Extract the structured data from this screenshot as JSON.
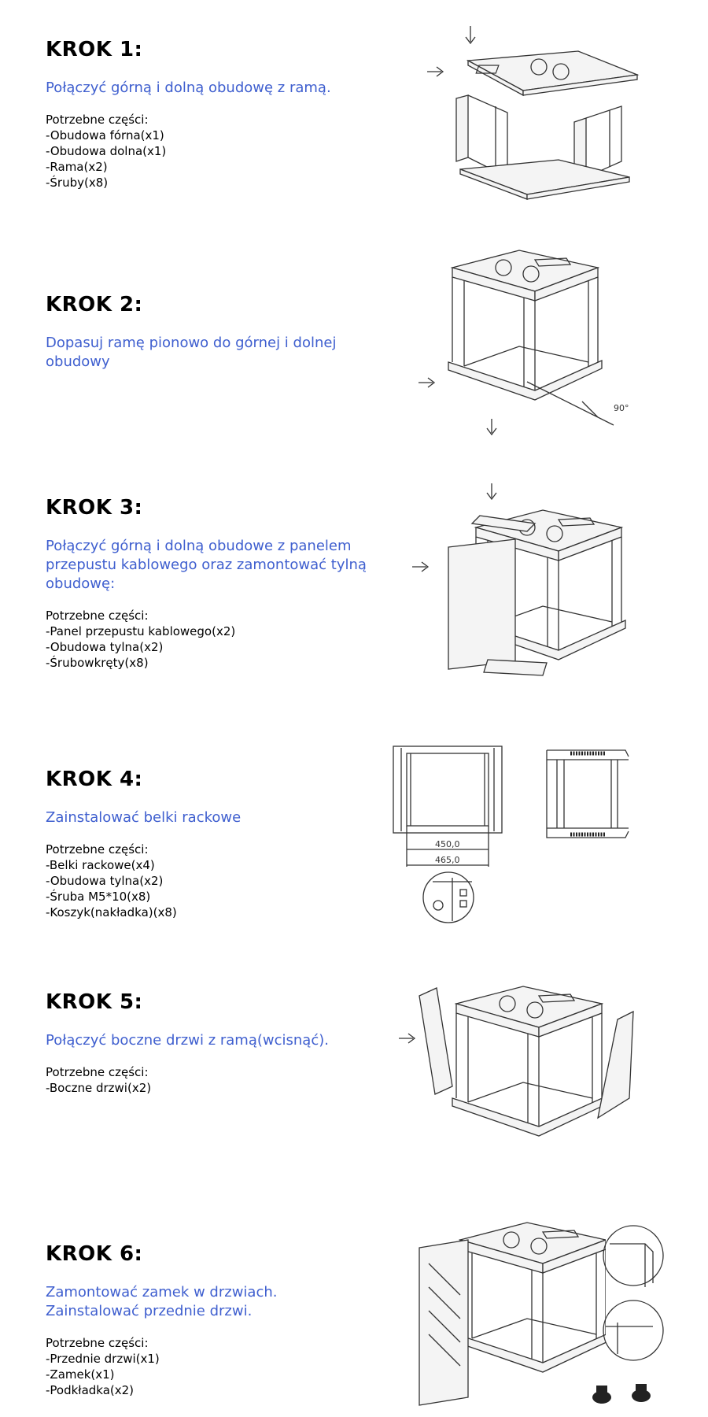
{
  "parts_label": "Potrzebne części:",
  "steps": [
    {
      "title": "KROK 1:",
      "desc": [
        "Połączyć górną i dolną obudowę z ramą."
      ],
      "parts": [
        "-Obudowa fórna(x1)",
        "-Obudowa dolna(x1)",
        "-Rama(x2)",
        "-Śruby(x8)"
      ]
    },
    {
      "title": "KROK 2:",
      "desc": [
        "Dopasuj ramę pionowo do górnej i dolnej",
        "obudowy"
      ],
      "parts": [],
      "angle_label": "90°"
    },
    {
      "title": "KROK 3:",
      "desc": [
        "Połączyć górną i dolną obudowe z panelem",
        "przepustu kablowego oraz zamontować tylną",
        "obudowę:"
      ],
      "parts": [
        "-Panel przepustu kablowego(x2)",
        "-Obudowa tylna(x2)",
        "-Śrubowkręty(x8)"
      ]
    },
    {
      "title": "KROK 4:",
      "desc": [
        "Zainstalować belki rackowe"
      ],
      "parts": [
        "-Belki rackowe(x4)",
        "-Obudowa tylna(x2)",
        "-Śruba M5*10(x8)",
        "-Koszyk(nakładka)(x8)"
      ],
      "dim_inner": "450,0",
      "dim_outer": "465,0"
    },
    {
      "title": "KROK 5:",
      "desc": [
        "Połączyć boczne drzwi z ramą(wcisnąć)."
      ],
      "parts": [
        "-Boczne drzwi(x2)"
      ]
    },
    {
      "title": "KROK 6:",
      "desc": [
        "Zamontować zamek w drzwiach.",
        "Zainstalować przednie drzwi."
      ],
      "parts": [
        "-Przednie drzwi(x1)",
        "-Zamek(x1)",
        "-Podkładka(x2)"
      ]
    }
  ]
}
